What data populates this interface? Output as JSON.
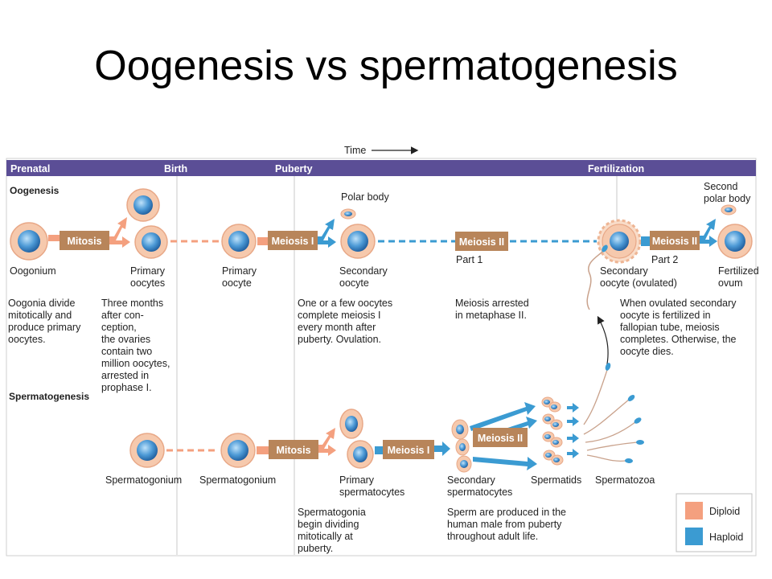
{
  "title": "Oogenesis vs spermatogenesis",
  "time_label": "Time",
  "header": {
    "prenatal": "Prenatal",
    "birth": "Birth",
    "puberty": "Puberty",
    "fertilization": "Fertilization"
  },
  "sections": {
    "oogenesis": "Oogenesis",
    "spermatogenesis": "Spermatogenesis"
  },
  "process_boxes": {
    "oo_mitosis": "Mitosis",
    "oo_meiosis1": "Meiosis I",
    "oo_meiosis2": "Meiosis II",
    "oo_meiosis2b": "Meiosis II",
    "sp_mitosis": "Mitosis",
    "sp_meiosis1": "Meiosis I",
    "sp_meiosis2": "Meiosis II"
  },
  "oo_labels": {
    "oogonium": "Oogonium",
    "primary_oocytes": [
      "Primary",
      "oocytes"
    ],
    "primary_oocyte": [
      "Primary",
      "oocyte"
    ],
    "polar_body": "Polar body",
    "secondary_oocyte": [
      "Secondary",
      "oocyte"
    ],
    "part1": "Part 1",
    "secondary_oocyte_ovulated": [
      "Secondary",
      "oocyte (ovulated)"
    ],
    "part2": "Part 2",
    "second_polar_body": [
      "Second",
      "polar body"
    ],
    "fertilized_ovum": [
      "Fertilized",
      "ovum"
    ]
  },
  "oo_notes": {
    "n1": [
      "Oogonia divide",
      "mitotically and",
      "produce primary",
      "oocytes."
    ],
    "n2": [
      "Three months",
      "after con-",
      "ception,",
      "the ovaries",
      "contain two",
      "million oocytes,",
      "arrested in",
      "prophase I."
    ],
    "n3": [
      "One or a few oocytes",
      "complete meiosis I",
      "every month after",
      "puberty. Ovulation."
    ],
    "n4": [
      "Meiosis arrested",
      "in metaphase II."
    ],
    "n5": [
      "When ovulated secondary",
      "oocyte is fertilized in",
      "fallopian tube, meiosis",
      "completes. Otherwise, the",
      "oocyte dies."
    ]
  },
  "sp_labels": {
    "spermatogonium1": "Spermatogonium",
    "spermatogonium2": "Spermatogonium",
    "primary_spermatocytes": [
      "Primary",
      "spermatocytes"
    ],
    "secondary_spermatocytes": [
      "Secondary",
      "spermatocytes"
    ],
    "spermatids": "Spermatids",
    "spermatozoa": "Spermatozoa"
  },
  "sp_notes": {
    "n1": [
      "Spermatogonia",
      "begin dividing",
      "mitotically at",
      "puberty."
    ],
    "n2": [
      "Sperm are produced in the",
      "human male from puberty",
      "throughout adult life."
    ]
  },
  "legend": {
    "diploid": "Diploid",
    "haploid": "Haploid"
  },
  "colors": {
    "header_bar": "#5b4e96",
    "process_box": "#b8855a",
    "diploid": "#f4a07f",
    "haploid": "#3b9bd2",
    "cell_outer": "#f6c9ad",
    "nucleus": "#3f8fd0"
  }
}
